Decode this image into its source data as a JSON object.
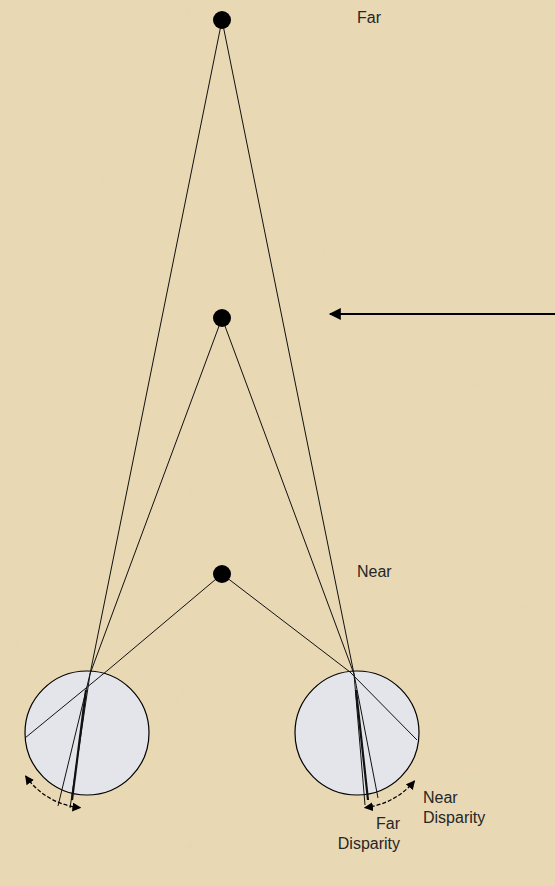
{
  "diagram": {
    "labels": [
      "Far",
      "Near",
      "Near Disparity",
      "Far Disparity"
    ]
  }
}
